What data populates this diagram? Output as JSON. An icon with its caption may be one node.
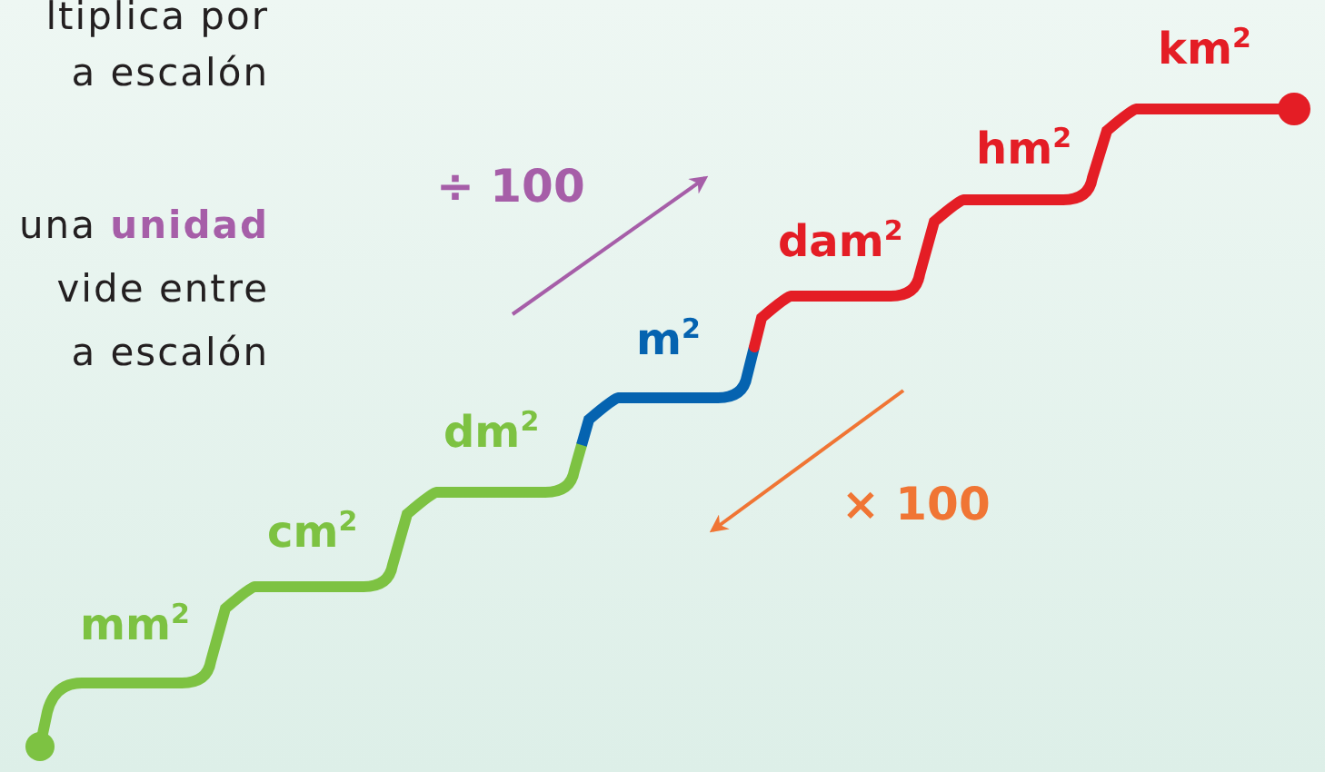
{
  "diagram": {
    "labels": [
      "ltiplica por",
      "a escalón",
      "una **unidad**",
      "vide entre",
      "a escalón",
      "÷ 100",
      "× 100",
      "mm$^{2}$",
      "cm$^{2}$",
      "dm$^{2}$",
      "m$^{2}$",
      "dam$^{2}$",
      "hm$^{2}$",
      "km$^{2}$"
    ]
  }
}
